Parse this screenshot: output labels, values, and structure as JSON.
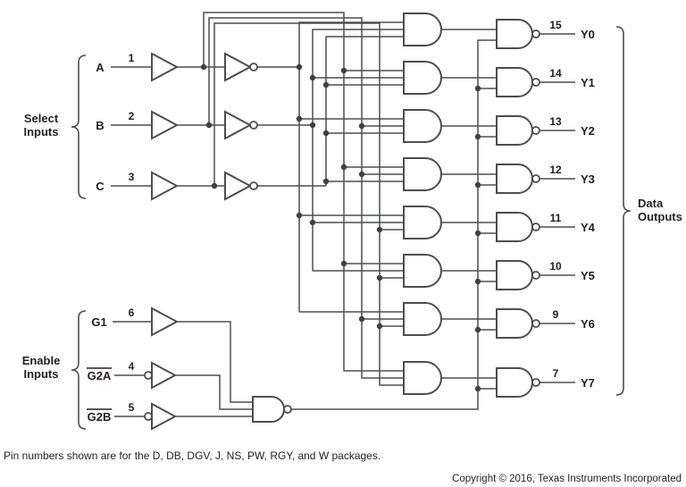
{
  "schematic": {
    "select_inputs": {
      "label_lines": [
        "Select",
        "Inputs"
      ],
      "pins": [
        {
          "name": "A",
          "pin": "1"
        },
        {
          "name": "B",
          "pin": "2"
        },
        {
          "name": "C",
          "pin": "3"
        }
      ]
    },
    "enable_inputs": {
      "label_lines": [
        "Enable",
        "Inputs"
      ],
      "pins": [
        {
          "name": "G1",
          "pin": "6"
        },
        {
          "name": "G2A",
          "pin": "4"
        },
        {
          "name": "G2B",
          "pin": "5"
        }
      ]
    },
    "data_outputs": {
      "label_lines": [
        "Data",
        "Outputs"
      ],
      "pins": [
        {
          "name": "Y0",
          "pin": "15"
        },
        {
          "name": "Y1",
          "pin": "14"
        },
        {
          "name": "Y2",
          "pin": "13"
        },
        {
          "name": "Y3",
          "pin": "12"
        },
        {
          "name": "Y4",
          "pin": "11"
        },
        {
          "name": "Y5",
          "pin": "10"
        },
        {
          "name": "Y6",
          "pin": "9"
        },
        {
          "name": "Y7",
          "pin": "7"
        }
      ]
    }
  },
  "footer": {
    "pin_note": "Pin numbers shown are for the D, DB, DGV, J, NS, PW, RGY, and W packages.",
    "copyright": "Copyright © 2016, Texas Instruments Incorporated"
  }
}
